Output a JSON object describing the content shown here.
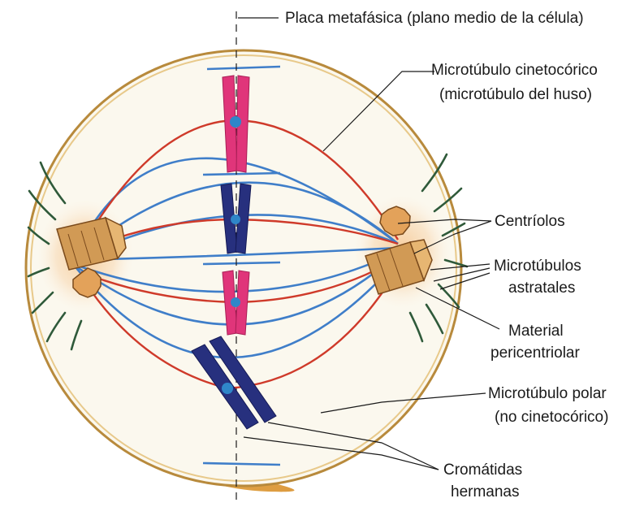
{
  "labels": {
    "metaphase_plate": "Placa metafásica (plano medio de la célula)",
    "kinetochore_mt_1": "Microtúbulo cinetocórico",
    "kinetochore_mt_2": "(microtúbulo del huso)",
    "centrioles": "Centríolos",
    "astral_mt_1": "Microtúbulos",
    "astral_mt_2": "astratales",
    "pericentriolar_1": "Material",
    "pericentriolar_2": "pericentriolar",
    "polar_mt_1": "Microtúbulo polar",
    "polar_mt_2": "(no cinetocórico)",
    "sister_chromatids_1": "Cromátidas",
    "sister_chromatids_2": "hermanas"
  },
  "colors": {
    "cell_rim": "#e8a93a",
    "cell_fill": "#fbf8ee",
    "kinetochore_mt": "#cf3a2a",
    "polar_mt": "#3f7ec9",
    "astral_mt": "#2f5a3a",
    "chromosome_pink": "#e0357a",
    "chromosome_navy": "#27307e",
    "centromere": "#2f86c9",
    "centriole": "#c98a3e",
    "pericentriolar": "#f6c996"
  }
}
